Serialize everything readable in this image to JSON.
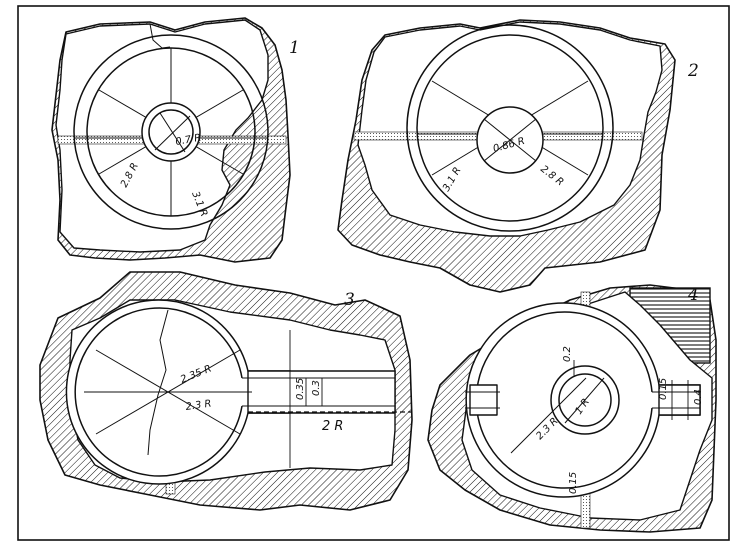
{
  "figures": [
    {
      "number": "1",
      "labels": [
        "0.7 R",
        "2.8 R",
        "3.1 R"
      ]
    },
    {
      "number": "2",
      "labels": [
        "0.86 R",
        "3.1 R",
        "2.8 R"
      ]
    },
    {
      "number": "3",
      "labels": [
        "2.35 R",
        "2.3 R",
        "2 R",
        "0.35",
        "0.3"
      ]
    },
    {
      "number": "4",
      "labels": [
        "0.2",
        "1 R",
        "2.3 R",
        "0.15",
        "0.4",
        "0.15"
      ]
    }
  ]
}
